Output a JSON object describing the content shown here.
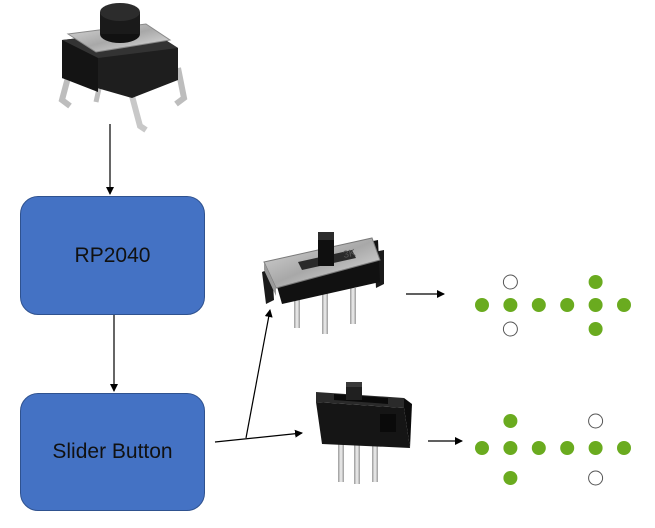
{
  "boxes": {
    "rp2040": {
      "label": "RP2040"
    },
    "slider": {
      "label": "Slider Button"
    }
  },
  "colors": {
    "box_fill": "#4472c4",
    "box_border": "#2f528f",
    "led_on": "#6aab1f",
    "led_off": "#ffffff",
    "arrow": "#000000"
  },
  "icons": {
    "top": "tactile-push-button-icon",
    "upper_component": "slide-switch-icon",
    "lower_component": "slide-switch-black-icon"
  },
  "patterns": {
    "upper": {
      "top_row": [
        "off",
        "on"
      ],
      "middle_row": [
        "on",
        "on",
        "on",
        "on",
        "on",
        "on"
      ],
      "bottom_row": [
        "off",
        "on"
      ]
    },
    "lower": {
      "top_row": [
        "on",
        "off"
      ],
      "middle_row": [
        "on",
        "on",
        "on",
        "on",
        "on",
        "on"
      ],
      "bottom_row": [
        "on",
        "off"
      ]
    }
  }
}
